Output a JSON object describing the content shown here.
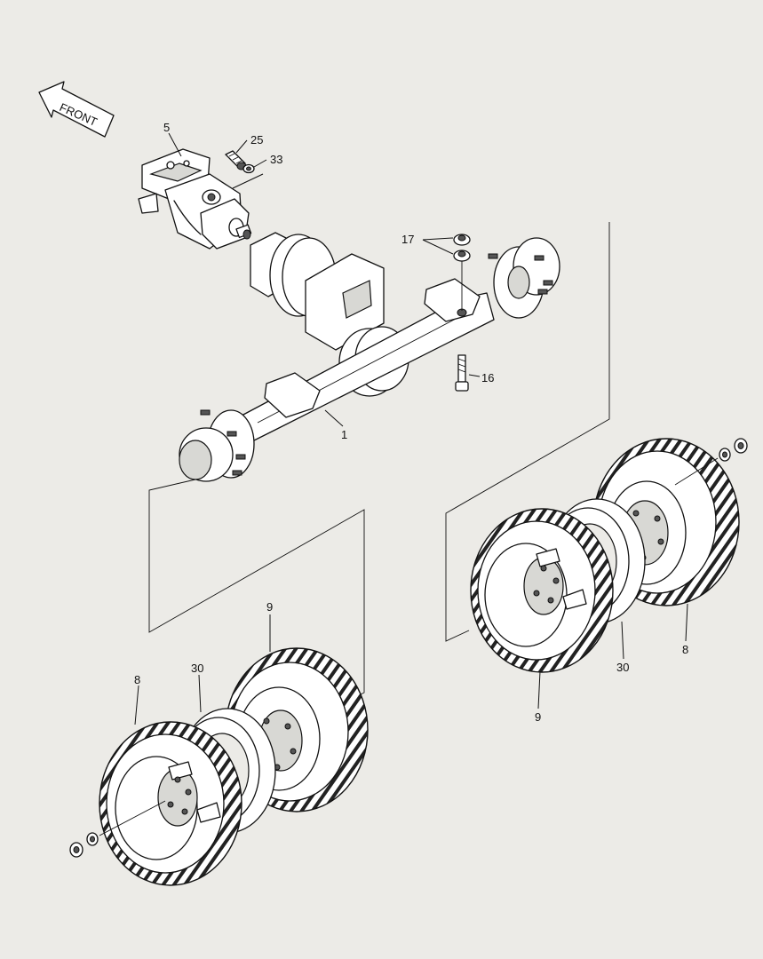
{
  "direction_label": "FRONT",
  "callouts": {
    "motor": "5",
    "screw": "25",
    "washer": "33",
    "nuts": "17",
    "bolt": "16",
    "axle": "1",
    "tire_front_left": "9",
    "tire_rear_left": "8",
    "spacer_left": "30",
    "tire_front_right": "9",
    "tire_rear_right": "8",
    "spacer_right": "30"
  }
}
